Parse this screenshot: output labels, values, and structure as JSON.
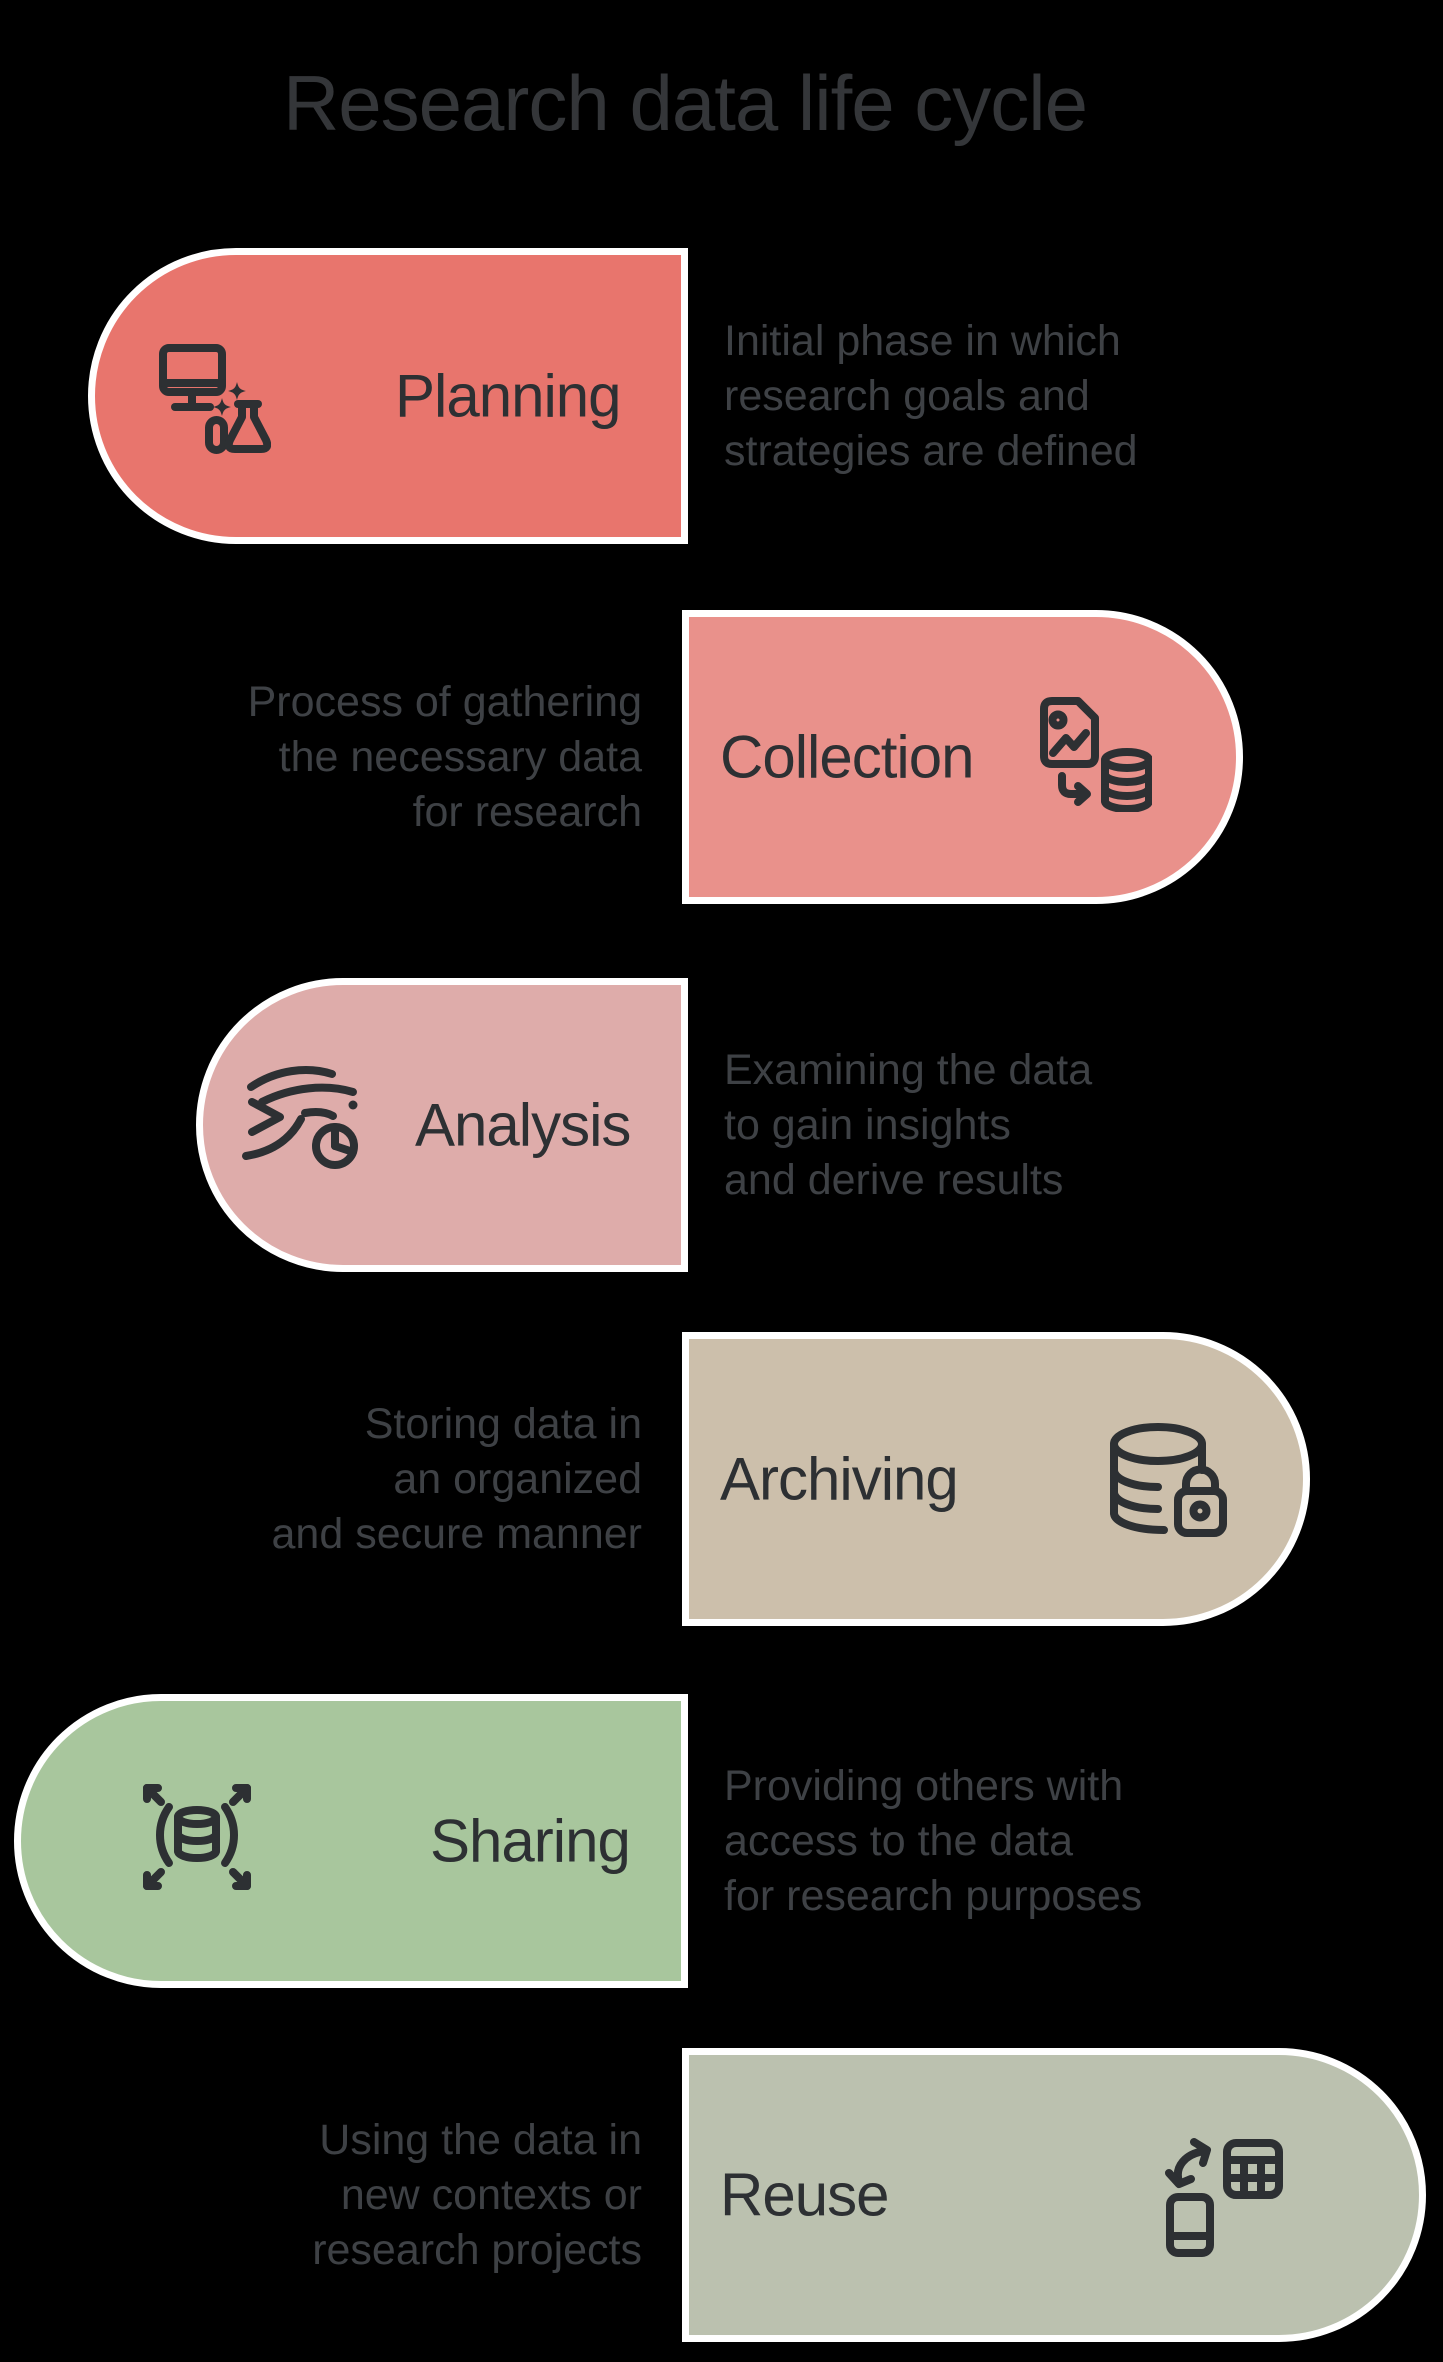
{
  "title": "Research data life cycle",
  "colors": {
    "background": "#000000",
    "title_text": "#343639",
    "label_text": "#2d3033",
    "description_text": "#3e4145",
    "pill_border": "#ffffff",
    "icon_stroke": "#2d3033"
  },
  "stages": [
    {
      "label": "Planning",
      "side": "left",
      "color": "#e8756d",
      "icon": "monitor-flask-icon",
      "lines": [
        "Initial phase in which",
        "research goals and",
        "strategies are defined"
      ]
    },
    {
      "label": "Collection",
      "side": "right",
      "color": "#e9918b",
      "icon": "image-to-database-icon",
      "lines": [
        "Process of gathering",
        "the necessary data",
        "for research"
      ]
    },
    {
      "label": "Analysis",
      "side": "left",
      "color": "#deacaa",
      "icon": "data-flow-pie-icon",
      "lines": [
        "Examining the data",
        "to gain insights",
        "and derive results"
      ]
    },
    {
      "label": "Archiving",
      "side": "right",
      "color": "#ccbfab",
      "icon": "database-lock-icon",
      "lines": [
        "Storing data in",
        "an organized",
        "and secure manner"
      ]
    },
    {
      "label": "Sharing",
      "side": "left",
      "color": "#a8c69d",
      "icon": "share-database-icon",
      "lines": [
        "Providing others with",
        "access to the data",
        "for research purposes"
      ]
    },
    {
      "label": "Reuse",
      "side": "right",
      "color": "#bbc1af",
      "icon": "device-table-sync-icon",
      "lines": [
        "Using the data in",
        "new contexts or",
        "research projects"
      ]
    }
  ]
}
